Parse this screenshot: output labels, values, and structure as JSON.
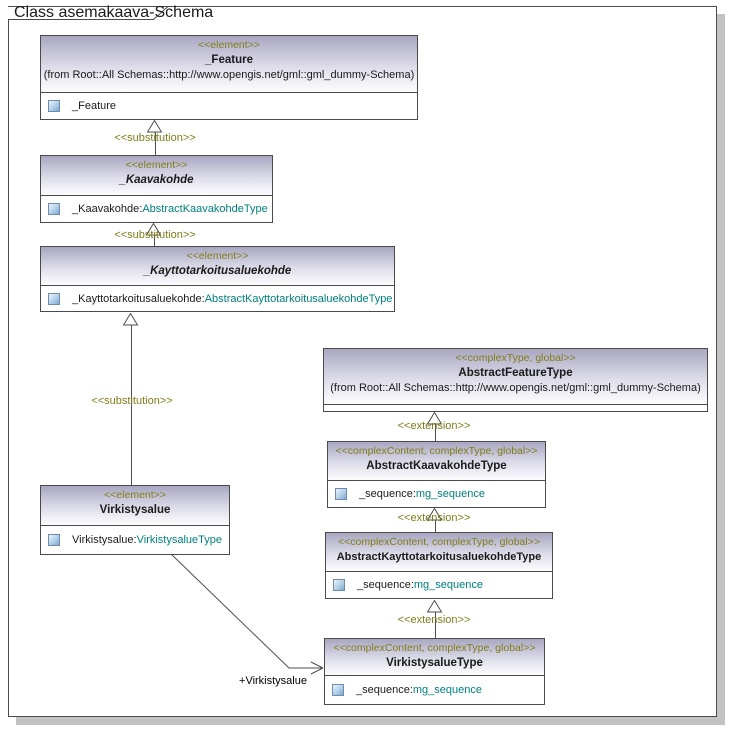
{
  "diagram": {
    "title": "Class asemakaava-Schema"
  },
  "labels": {
    "substitution": "<<substitution>>",
    "extension": "<<extension>>",
    "association_role": "+Virkistysalue"
  },
  "classes": [
    {
      "stereotype": "<<element>>",
      "name": "_Feature",
      "from": "(from Root::All Schemas::http://www.opengis.net/gml::gml_dummy-Schema)",
      "attributes": [
        {
          "name": "_Feature",
          "type": ""
        }
      ]
    },
    {
      "stereotype": "<<element>>",
      "name": "_Kaavakohde",
      "attributes": [
        {
          "name": "_Kaavakohde:",
          "type": "AbstractKaavakohdeType"
        }
      ]
    },
    {
      "stereotype": "<<element>>",
      "name": "_Kayttotarkoitusaluekohde",
      "attributes": [
        {
          "name": "_Kayttotarkoitusaluekohde:",
          "type": "AbstractKayttotarkoitusaluekohdeType"
        }
      ]
    },
    {
      "stereotype": "<<complexType, global>>",
      "name": "AbstractFeatureType",
      "from": "(from Root::All Schemas::http://www.opengis.net/gml::gml_dummy-Schema)",
      "attributes": []
    },
    {
      "stereotype": "<<complexContent, complexType, global>>",
      "name": "AbstractKaavakohdeType",
      "attributes": [
        {
          "name": "_sequence:",
          "type": "mg_sequence"
        }
      ]
    },
    {
      "stereotype": "<<complexContent, complexType, global>>",
      "name": "AbstractKayttotarkoitusaluekohdeType",
      "attributes": [
        {
          "name": "_sequence:",
          "type": "mg_sequence"
        }
      ]
    },
    {
      "stereotype": "<<element>>",
      "name": "Virkistysalue",
      "attributes": [
        {
          "name": "Virkistysalue:",
          "type": "VirkistysalueType"
        }
      ]
    },
    {
      "stereotype": "<<complexContent, complexType, global>>",
      "name": "VirkistysalueType",
      "attributes": [
        {
          "name": "_sequence:",
          "type": "mg_sequence"
        }
      ]
    }
  ],
  "colors": {
    "stereotype_text": "#7f7d1a",
    "type_text": "#008080",
    "header_gradient_top": "#a9a7c1",
    "box_border": "#4a4a4a",
    "connector": "#4f4f4f",
    "frame_shadow": "#c2c2c2"
  }
}
